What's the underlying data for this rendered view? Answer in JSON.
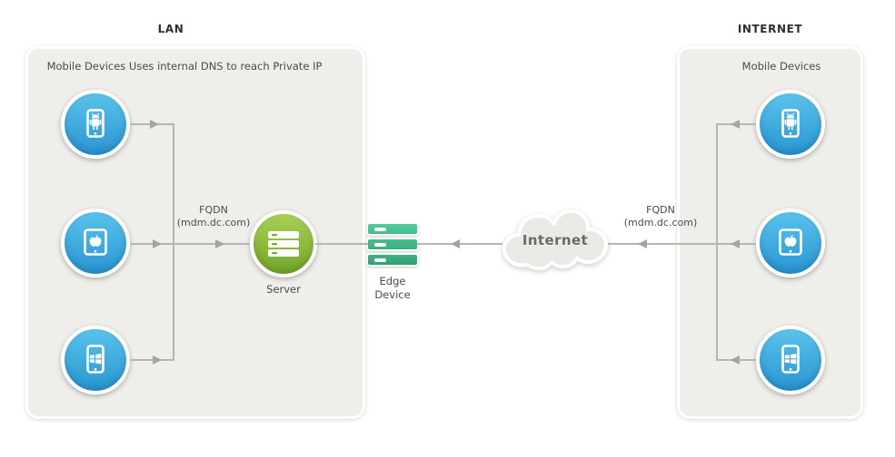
{
  "colors": {
    "page_bg": "#ffffff",
    "panel_bg": "#efeeea",
    "line_gray": "#b7b5b2",
    "arrow_gray": "#a6a4a1",
    "text_dark": "#2f2f2f",
    "text_body": "#4a4a4a",
    "device_blue_top": "#5ac2eb",
    "device_blue_bottom": "#2a96d3",
    "server_green_top": "#a9cf55",
    "server_green_bottom": "#73a72b",
    "edge_green_top": "#43bd8e",
    "edge_green_mid": "#3aaf81",
    "edge_green_bottom": "#339d74",
    "cloud_fill": "#ebe9e5",
    "cloud_text": "#6b6965"
  },
  "lan": {
    "title": "LAN",
    "note": "Mobile Devices Uses internal DNS to reach Private IP",
    "devices": [
      "android-phone",
      "apple-tablet",
      "windows-phone"
    ],
    "fqdn_line1": "FQDN",
    "fqdn_line2": "(mdm.dc.com)",
    "server_label": "Server"
  },
  "backbone": {
    "edge_device_label": "Edge Device",
    "cloud_label": "Internet"
  },
  "internet_zone": {
    "title": "INTERNET",
    "note": "Mobile Devices",
    "devices": [
      "android-phone",
      "apple-tablet",
      "windows-phone"
    ],
    "fqdn_line1": "FQDN",
    "fqdn_line2": "(mdm.dc.com)"
  }
}
